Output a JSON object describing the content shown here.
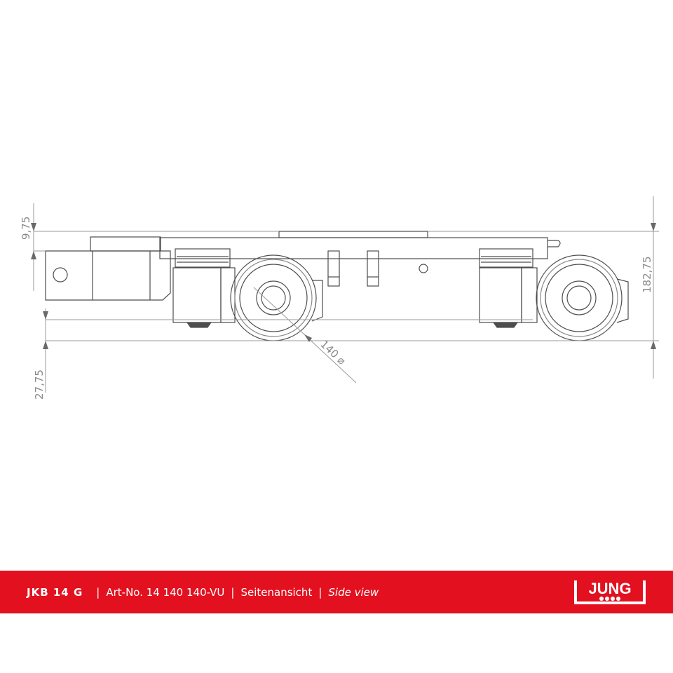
{
  "drawing": {
    "dimensions": {
      "top_offset": "9,75",
      "bottom_offset": "27,75",
      "total_height": "182,75",
      "wheel_diameter": "140 ⌀"
    }
  },
  "footer": {
    "model": "JKB 14 G",
    "separator": "|",
    "article_number": "Art-No. 14 140 140-VU",
    "title_de": "Seitenansicht",
    "title_en": "Side view"
  },
  "logo": {
    "text": "JUNG"
  },
  "colors": {
    "brand_red": "#e3101f",
    "line_dark": "#4d4d4d",
    "line_light": "#9a9a9a",
    "dim_text": "#8a8a8a"
  }
}
